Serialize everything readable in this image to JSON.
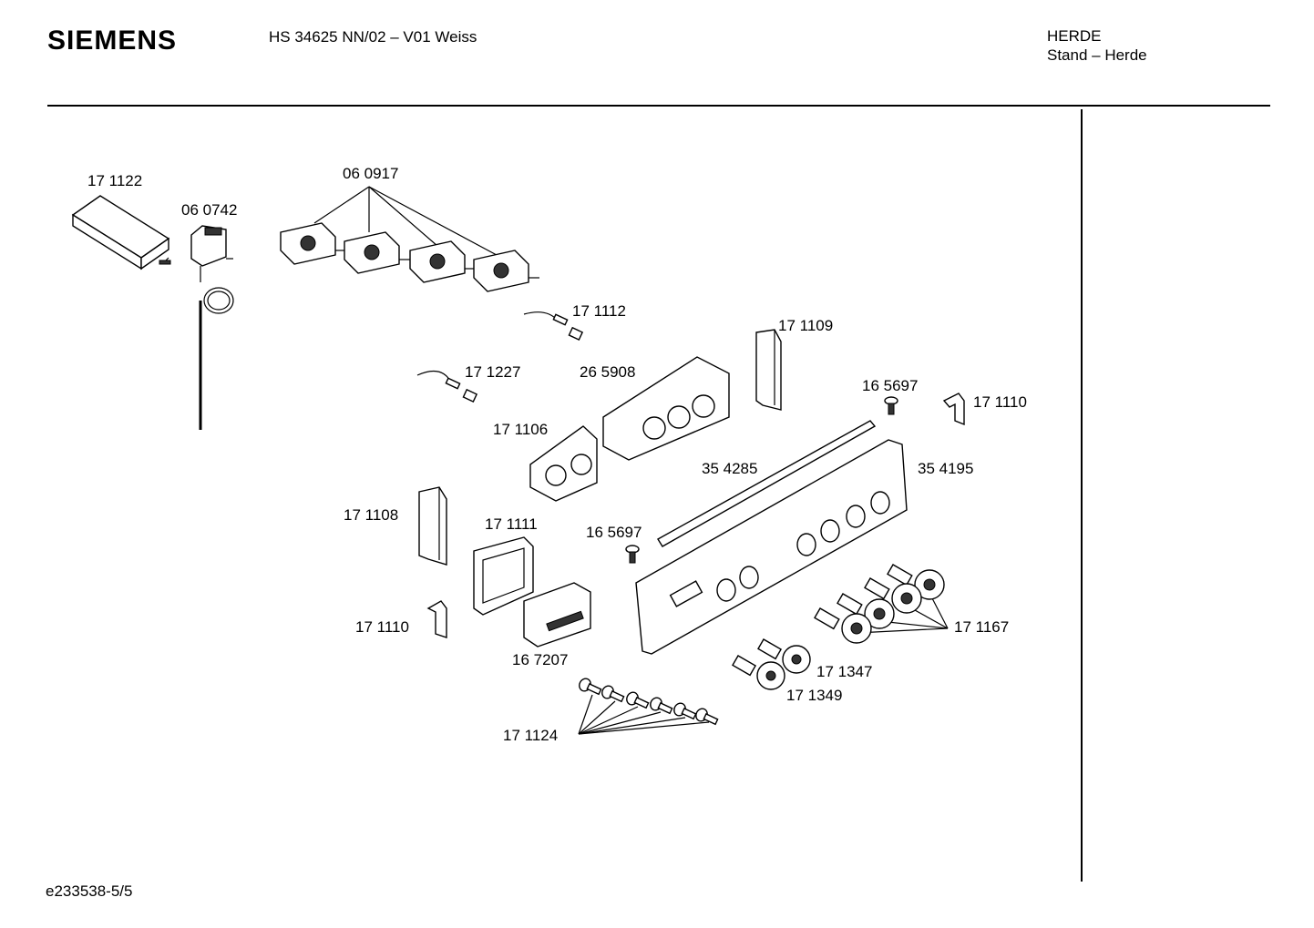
{
  "header": {
    "brand": "SIEMENS",
    "model": "HS 34625 NN/02 – V01 Weiss",
    "category": "HERDE",
    "subcategory": "Stand – Herde"
  },
  "footer": {
    "doc_id": "e233538-5/5"
  },
  "parts": {
    "p171122": "17 1122",
    "p060742": "06 0742",
    "p060917": "06 0917",
    "p171112": "17 1112",
    "p171109": "17 1109",
    "p171227": "17 1227",
    "p265908": "26 5908",
    "p165697a": "16 5697",
    "p171110a": "17 1110",
    "p171106": "17 1106",
    "p354285": "35 4285",
    "p354195": "35 4195",
    "p171108": "17 1108",
    "p171111": "17 1111",
    "p165697b": "16 5697",
    "p171110b": "17 1110",
    "p167207": "16 7207",
    "p171167": "17 1167",
    "p171347": "17 1347",
    "p171349": "17 1349",
    "p171124": "17 1124"
  }
}
